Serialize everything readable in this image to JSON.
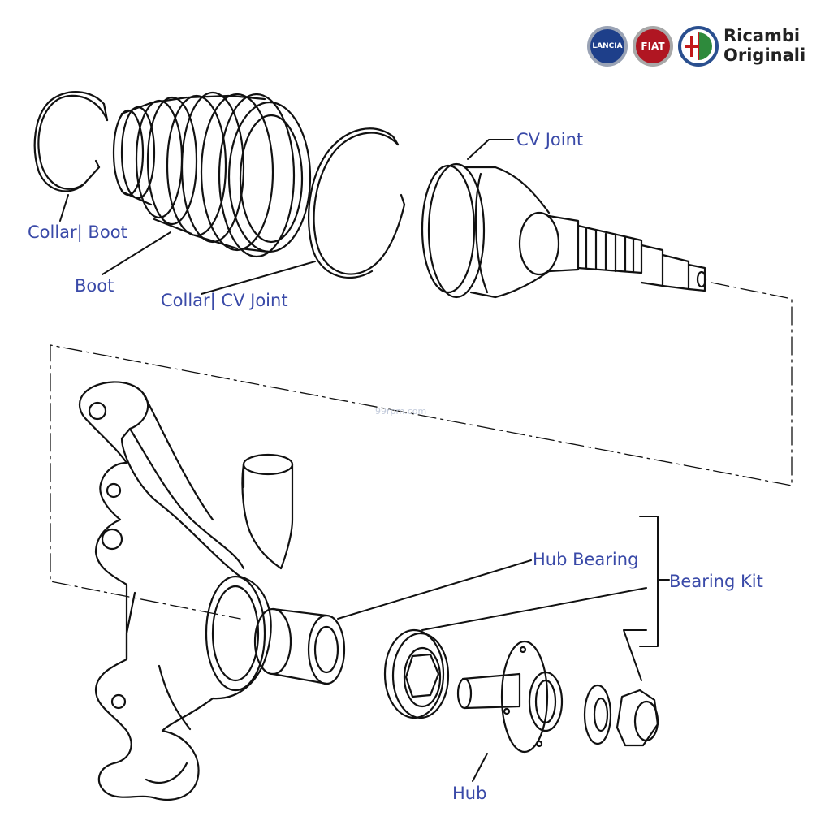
{
  "brand": {
    "text_line1": "Ricambi",
    "text_line2": "Originali",
    "badge_lancia": "LANCIA",
    "badge_fiat": "FIAT",
    "colors": {
      "lancia": "#1e3f8a",
      "fiat": "#b01622",
      "alfa_green": "#2e8a3c",
      "alfa_red": "#c21a1a"
    }
  },
  "labels": {
    "collar_boot": "Collar| Boot",
    "boot": "Boot",
    "collar_cv_joint": "Collar| CV Joint",
    "cv_joint": "CV Joint",
    "hub_bearing": "Hub Bearing",
    "bearing_kit": "Bearing Kit",
    "hub": "Hub"
  },
  "watermark": "99rpm.com",
  "colors": {
    "label_text": "#3a4aa8",
    "line_art": "#111111"
  }
}
